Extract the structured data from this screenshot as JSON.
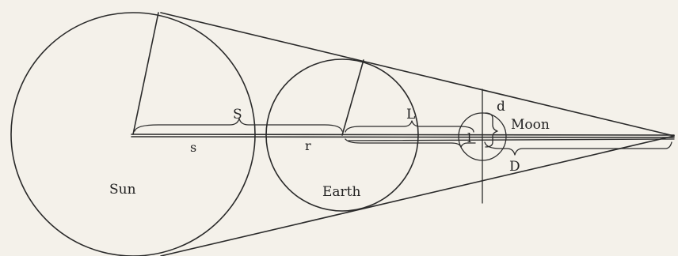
{
  "labels": {
    "sun": "Sun",
    "earth": "Earth",
    "moon": "Moon",
    "S": "S",
    "s": "s",
    "r": "r",
    "L": "L",
    "l": "l",
    "d": "d",
    "D": "D"
  }
}
